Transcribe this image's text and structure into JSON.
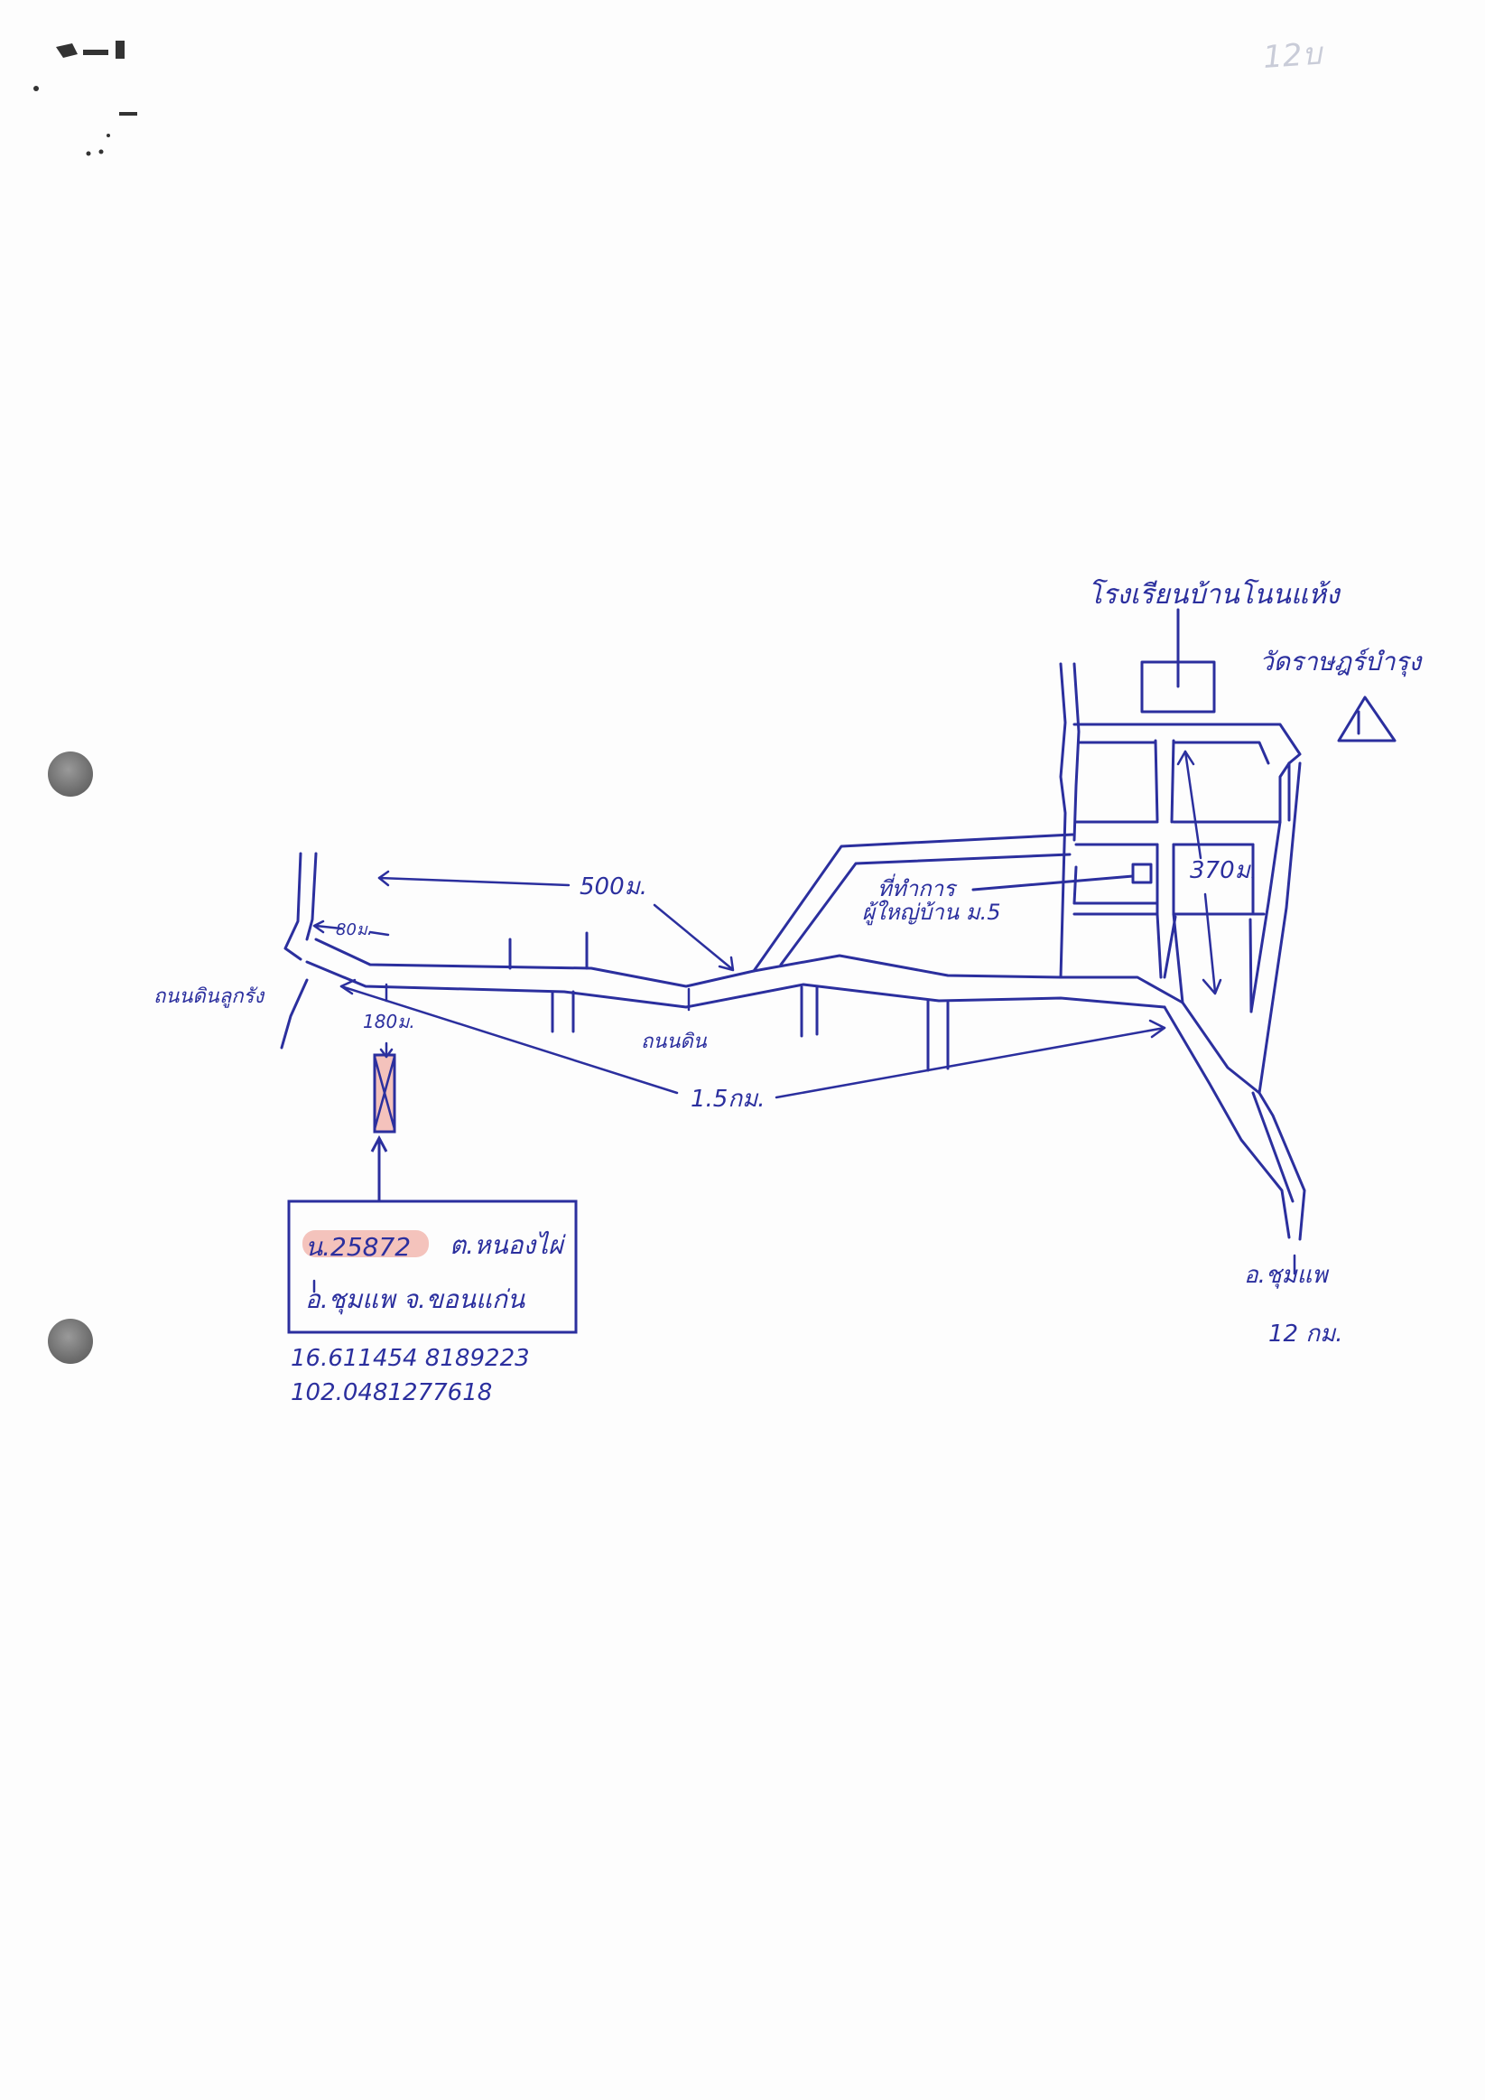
{
  "colors": {
    "ink": "#2b2f9e",
    "paper": "#fdfdfd",
    "highlight": "#f2b8b0",
    "plot_fill": "#f4c2bc"
  },
  "labels": {
    "school": "โรงเรียนบ้านโนนแห้ง",
    "temple": "วัดราษฎร์บำรุง",
    "office": "ที่ทำการ",
    "office_line2": "ผู้ใหญ่บ้าน ม.5",
    "dist_500m": "500ม.",
    "dist_370m": "370ม.",
    "dist_80m": "80ม.",
    "dist_180m": "180ม.",
    "dist_1_5km": "1.5กม.",
    "dist_12km": "12 กม.",
    "to_district": "อ.ชุมแพ",
    "road_left": "ถนนดินลูกรัง",
    "road_middle": "ถนนดิน",
    "deed_line1_highlight": "น.25872",
    "deed_line1_rest": "ต.หนองไผ่",
    "deed_line2": "อ.ชุมแพ จ.ขอนแก่น",
    "latitude": "16.611454 8189223",
    "longitude": "102.0481277618",
    "corner_mark": "12บ"
  }
}
